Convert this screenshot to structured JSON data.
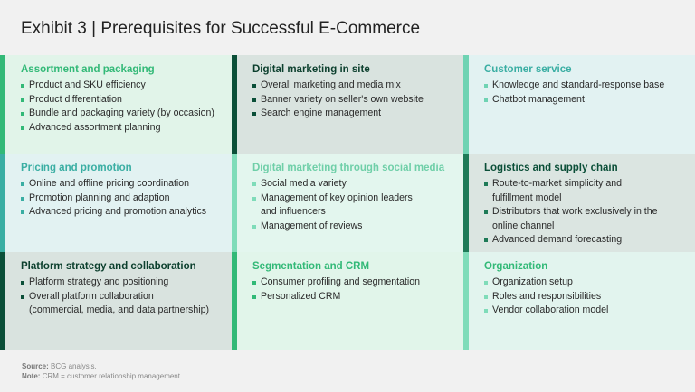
{
  "title": "Exhibit 3 | Prerequisites for Successful E-Commerce",
  "cells": [
    {
      "title": "Assortment and packaging",
      "bg": "#e1f4e9",
      "bar": "#32b977",
      "tc": "#32b977",
      "items": [
        "Product and SKU efficiency",
        "Product differentiation",
        "Bundle and packaging variety (by occasion)",
        "Advanced assortment planning"
      ]
    },
    {
      "title": "Digital marketing in site",
      "bg": "#d9e3df",
      "bar": "#0b4f38",
      "tc": "#0b3f2d",
      "items": [
        "Overall marketing and media mix",
        "Banner variety on seller's own website",
        "Search engine management"
      ]
    },
    {
      "title": "Customer service",
      "bg": "#e2f2f2",
      "bar": "#6fd3b3",
      "tc": "#3aaea3",
      "items": [
        "Knowledge and standard-response base",
        "Chatbot management"
      ]
    },
    {
      "title": "Pricing and promotion",
      "bg": "#e2f2f2",
      "bar": "#3aaea3",
      "tc": "#3aaea3",
      "items": [
        "Online and offline pricing coordination",
        "Promotion planning and adaption",
        "Advanced pricing and promotion analytics"
      ]
    },
    {
      "title": "Digital marketing through social media",
      "bg": "#e3f6ee",
      "bar": "#7fdcb9",
      "tc": "#6fcfa8",
      "items": [
        "Social media variety",
        "Management of key opinion leaders\nand influencers",
        "Management of reviews"
      ]
    },
    {
      "title": "Logistics and supply chain",
      "bg": "#dbe5e1",
      "bar": "#1e7a57",
      "tc": "#0b4f38",
      "items": [
        "Route-to-market simplicity and\nfulfillment model",
        "Distributors that work exclusively in the\nonline channel",
        "Advanced demand forecasting"
      ]
    },
    {
      "title": "Platform strategy and collaboration",
      "bg": "#d9e3df",
      "bar": "#0b4f38",
      "tc": "#0b3f2d",
      "items": [
        "Platform strategy and positioning",
        "Overall platform collaboration\n(commercial, media, and data partnership)"
      ]
    },
    {
      "title": "Segmentation and CRM",
      "bg": "#e1f5ea",
      "bar": "#32b977",
      "tc": "#32b977",
      "items": [
        "Consumer profiling and segmentation",
        "Personalized CRM"
      ]
    },
    {
      "title": "Organization",
      "bg": "#e2f4ee",
      "bar": "#7fdcb9",
      "tc": "#32b977",
      "items": [
        "Organization setup",
        "Roles and responsibilities",
        "Vendor collaboration model"
      ]
    }
  ],
  "footer": {
    "source_label": "Source:",
    "source": "BCG analysis.",
    "note_label": "Note:",
    "note": "CRM = customer relationship management."
  }
}
